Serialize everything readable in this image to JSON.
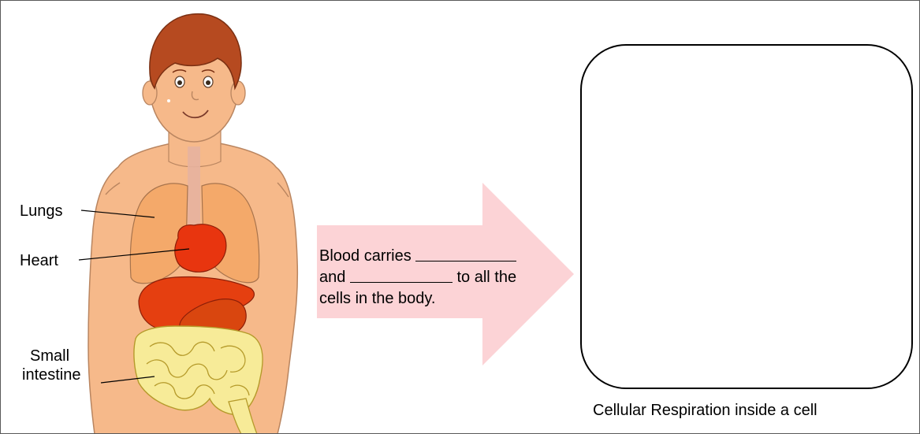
{
  "labels": {
    "lungs": "Lungs",
    "heart": "Heart",
    "small_intestine_line1": "Small",
    "small_intestine_line2": "intestine"
  },
  "arrow": {
    "line1_prefix": "Blood carries ",
    "line2_prefix": "and ",
    "line2_suffix": " to all the",
    "line3": "cells in the body.",
    "color": "#fcd3d6"
  },
  "cell": {
    "caption": "Cellular Respiration inside a cell"
  }
}
